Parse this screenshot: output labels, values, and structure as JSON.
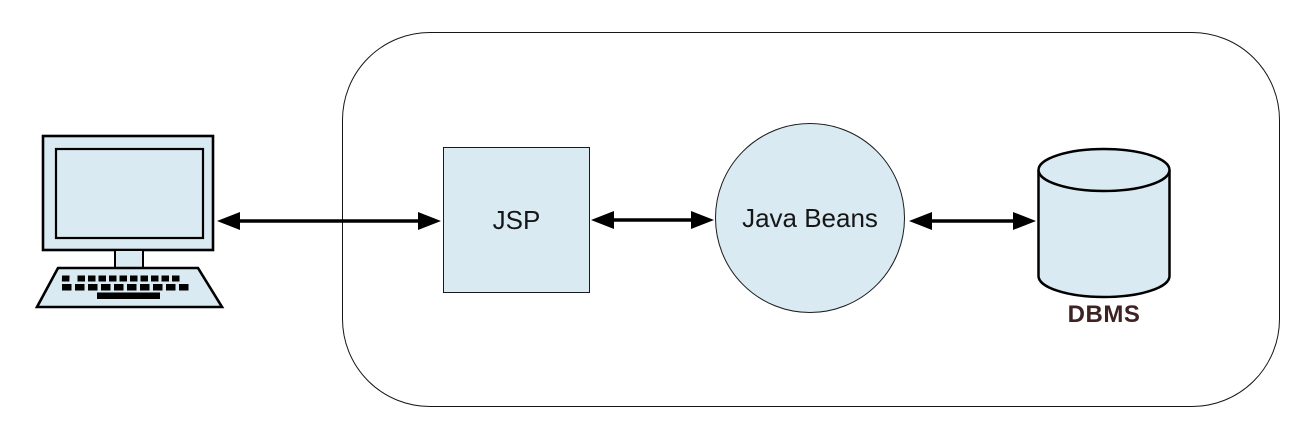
{
  "diagram": {
    "background": "#ffffff",
    "colors": {
      "node_fill": "#d9eaf2",
      "node_outline": "#000000",
      "boundary_outline": "#161616",
      "arrow": "#000000",
      "node_text": "#161616",
      "dbms_label_text": "#3e2222"
    },
    "nodes": {
      "client": {
        "icon": "computer-icon",
        "shape": "computer"
      },
      "jsp": {
        "label": "JSP",
        "shape": "rectangle"
      },
      "java_beans": {
        "label": "Java Beans",
        "shape": "circle"
      },
      "dbms": {
        "label": "DBMS",
        "shape": "cylinder"
      }
    },
    "connections": [
      {
        "from": "client",
        "to": "jsp",
        "style": "double-headed-arrow"
      },
      {
        "from": "jsp",
        "to": "java_beans",
        "style": "double-headed-arrow"
      },
      {
        "from": "java_beans",
        "to": "dbms",
        "style": "double-headed-arrow"
      }
    ]
  }
}
